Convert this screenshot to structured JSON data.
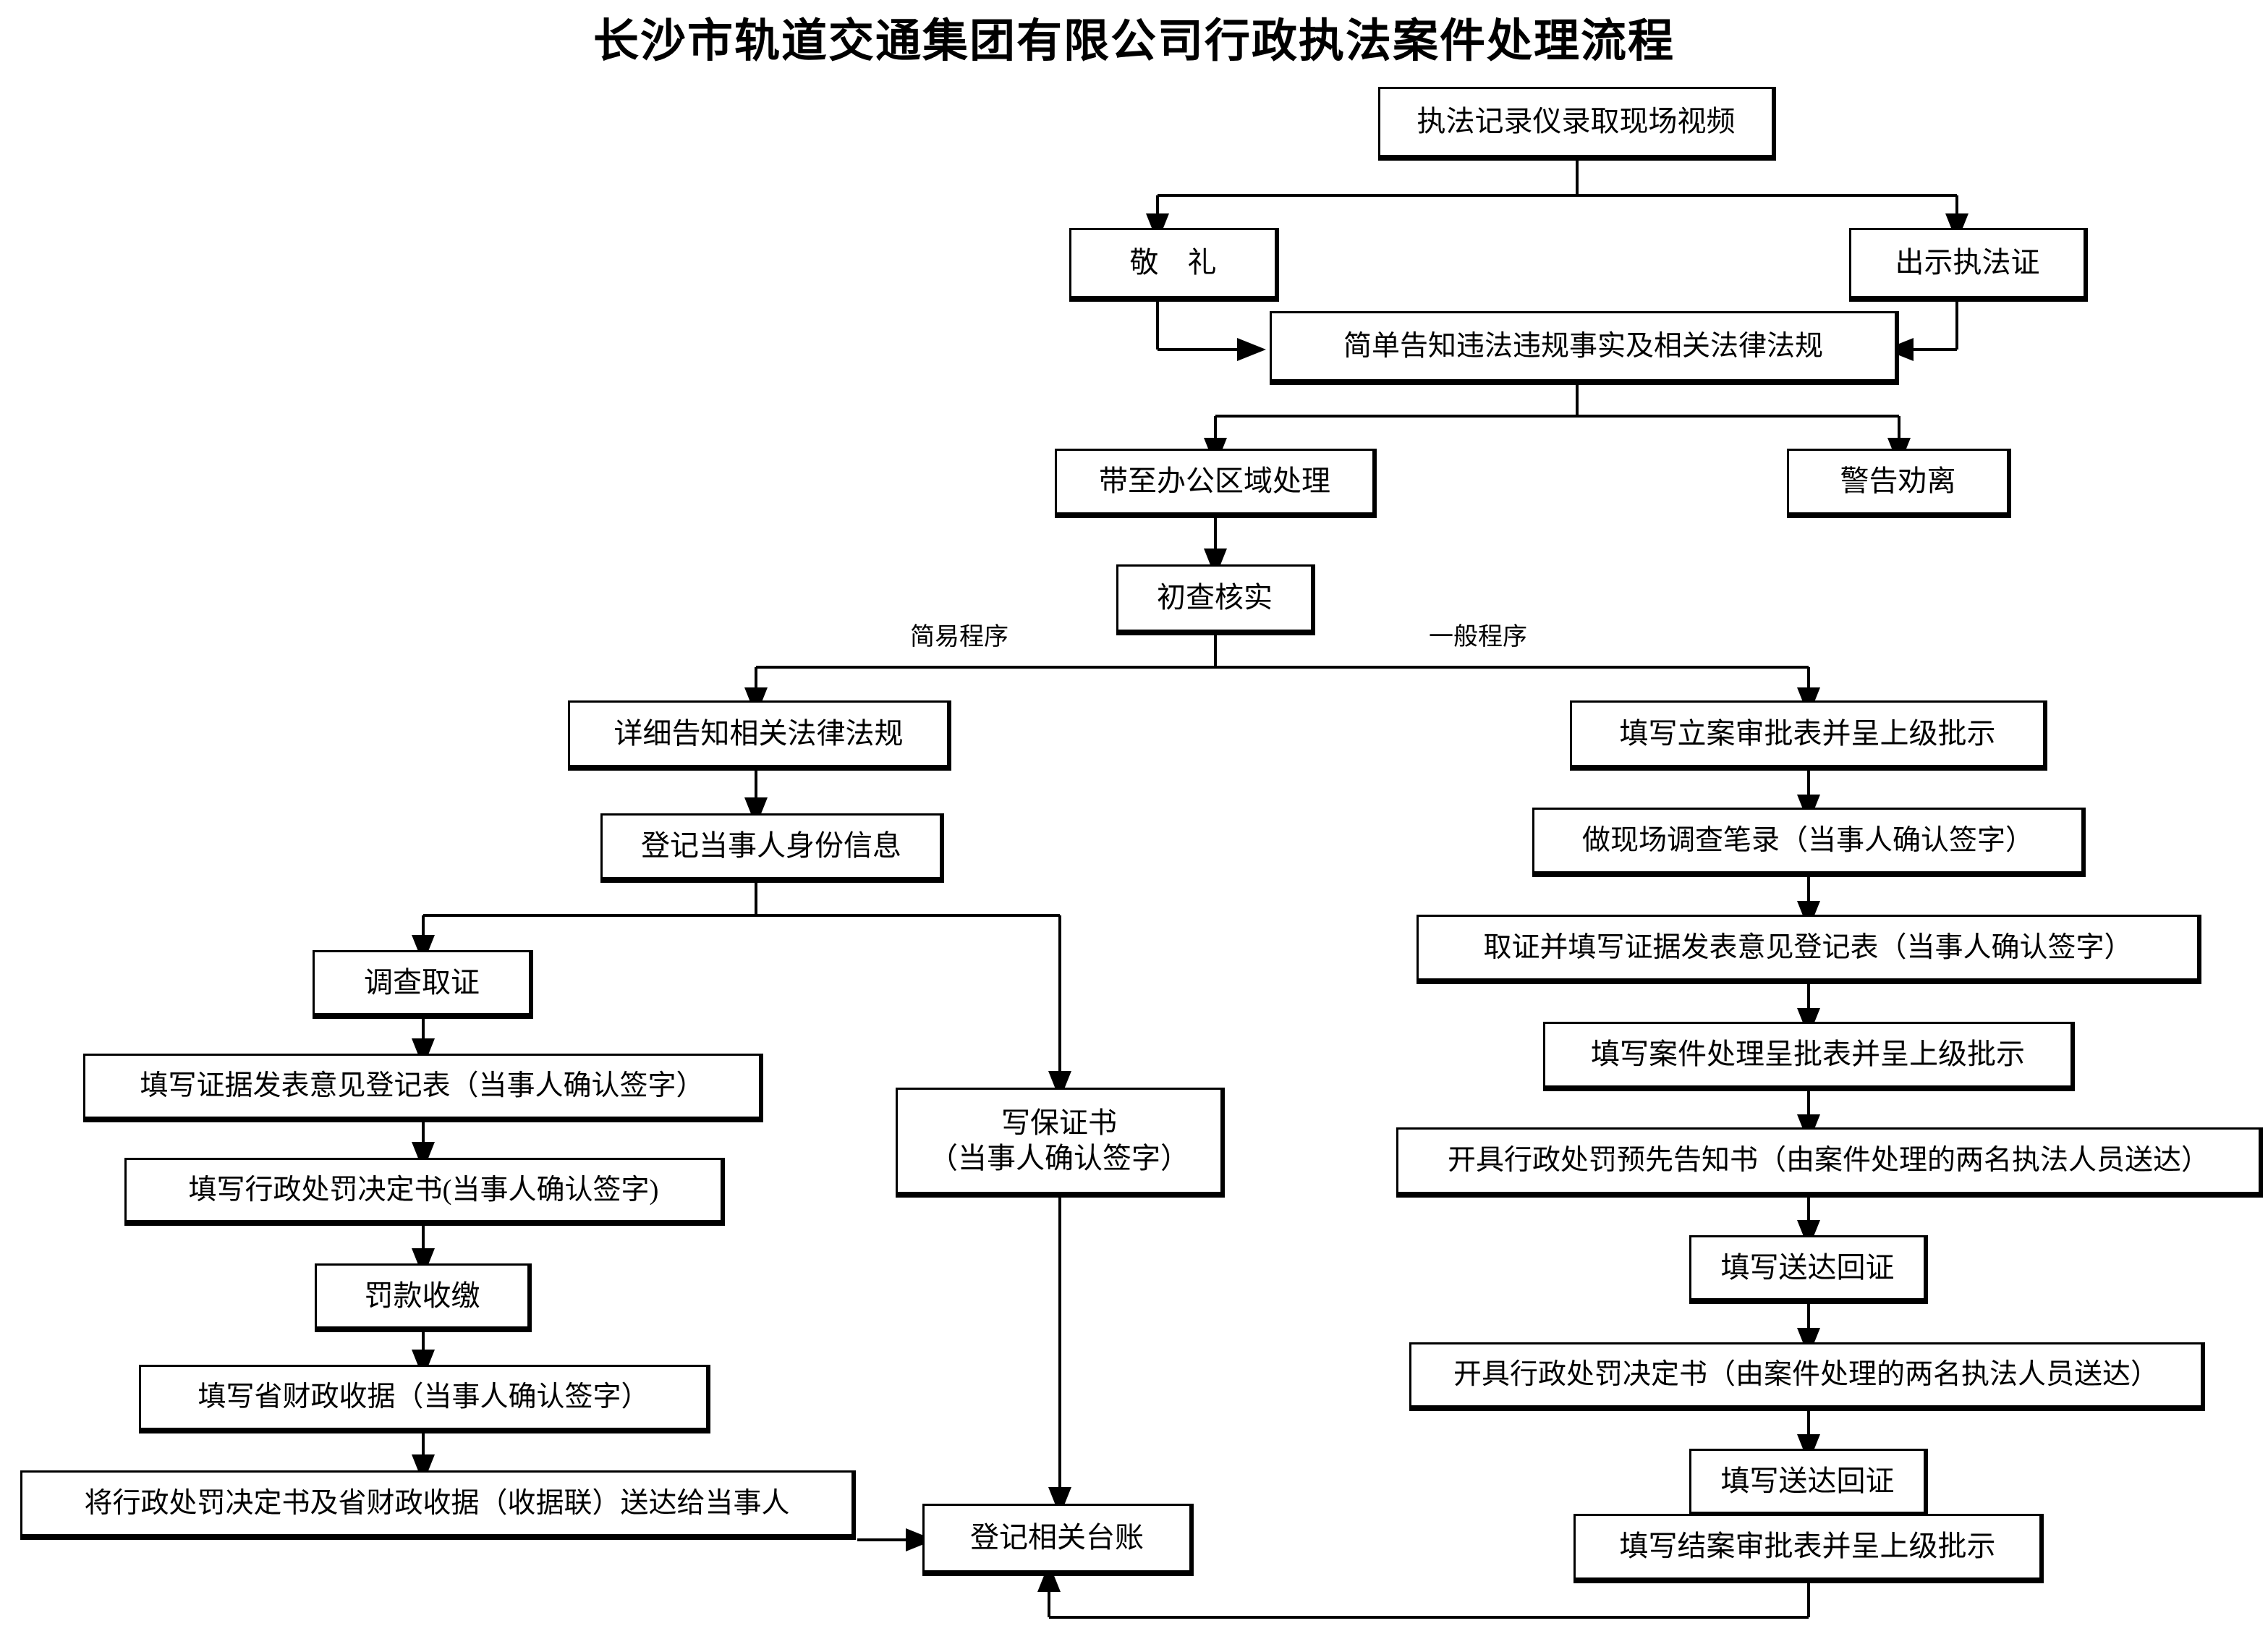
{
  "title": "长沙市轨道交通集团有限公司行政执法案件处理流程",
  "colors": {
    "stroke": "#000000",
    "fill": "#ffffff",
    "text": "#000000"
  },
  "edge_labels": [
    {
      "id": "simple-procedure",
      "text": "简易程序"
    },
    {
      "id": "general-procedure",
      "text": "一般程序"
    }
  ],
  "nodes": [
    {
      "id": "record-video",
      "text": "执法记录仪录取现场视频"
    },
    {
      "id": "salute",
      "text": "敬　礼"
    },
    {
      "id": "show-credential",
      "text": "出示执法证"
    },
    {
      "id": "brief-notice",
      "text": "简单告知违法违规事实及相关法律法规"
    },
    {
      "id": "take-to-office",
      "text": "带至办公区域处理"
    },
    {
      "id": "warn-dismiss",
      "text": "警告劝离"
    },
    {
      "id": "initial-check",
      "text": "初查核实"
    },
    {
      "id": "detail-notice",
      "text": "详细告知相关法律法规"
    },
    {
      "id": "register-identity",
      "text": "登记当事人身份信息"
    },
    {
      "id": "investigate",
      "text": "调查取证"
    },
    {
      "id": "evidence-form",
      "text": "填写证据发表意见登记表（当事人确认签字）"
    },
    {
      "id": "penalty-decision",
      "text": "填写行政处罚决定书(当事人确认签字)"
    },
    {
      "id": "fine-collect",
      "text": "罚款收缴"
    },
    {
      "id": "finance-receipt",
      "text": "填写省财政收据（当事人确认签字）"
    },
    {
      "id": "deliver-to-party",
      "text": "将行政处罚决定书及省财政收据（收据联）送达给当事人"
    },
    {
      "id": "write-guarantee",
      "text": "写保证书\n（当事人确认签字）"
    },
    {
      "id": "register-ledger",
      "text": "登记相关台账"
    },
    {
      "id": "case-approval",
      "text": "填写立案审批表并呈上级批示"
    },
    {
      "id": "site-record",
      "text": "做现场调查笔录（当事人确认签字）"
    },
    {
      "id": "collect-evidence",
      "text": "取证并填写证据发表意见登记表（当事人确认签字）"
    },
    {
      "id": "case-submit",
      "text": "填写案件处理呈批表并呈上级批示"
    },
    {
      "id": "pre-notice",
      "text": "开具行政处罚预先告知书（由案件处理的两名执法人员送达）"
    },
    {
      "id": "delivery-receipt1",
      "text": "填写送达回证"
    },
    {
      "id": "penalty-issue",
      "text": "开具行政处罚决定书（由案件处理的两名执法人员送达）"
    },
    {
      "id": "delivery-receipt2",
      "text": "填写送达回证"
    },
    {
      "id": "close-approval",
      "text": "填写结案审批表并呈上级批示"
    }
  ]
}
